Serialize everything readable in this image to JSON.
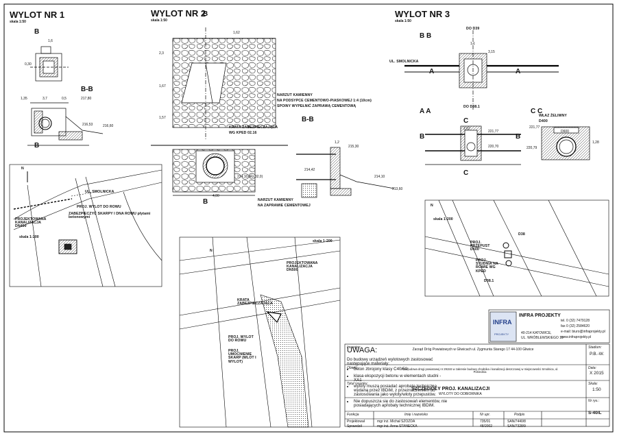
{
  "sheet": {
    "outlets": [
      {
        "title": "WYLOT NR 1",
        "scale": "skala 1:50"
      },
      {
        "title": "WYLOT NR 2",
        "scale": "skala 1:50"
      },
      {
        "title": "WYLOT NR 3",
        "scale": "skala 1:50"
      }
    ],
    "sections": {
      "w1_bb": "B-B",
      "w2_bb": "B-B",
      "w3_bb": "B B",
      "w3_aa": "A A",
      "w3_cc": "C C"
    },
    "markers": {
      "b": "B",
      "a": "A",
      "c": "C"
    },
    "labels": {
      "narzut": "NARZUT KAMIENNY",
      "podsypka": "NA PODSYPCE CEMENTOWO-PIASKOWEJ 1:4 (10cm)",
      "spoiny": "SPOINY WYPEŁNIĆ ZAPRAWĄ CEMENTOWĄ",
      "krata": "KRATA ZABEZPIECZAJĄCA",
      "krata2": "WG KPED 02.16",
      "narzut2": "NARZUT KAMIENNY",
      "narzut2b": "NA ZAPRAWIE CEMENTOWEJ",
      "ul_smolnicka": "UL. SMOLNICKA",
      "wlaz": "WŁAZ ŻELIWNY",
      "wlaz_d": "D400",
      "do_d39": "DO D39",
      "do_d38": "DO D38.1"
    },
    "dims": {
      "w1_a": "1,6",
      "w1_b": "0,30",
      "w1_c": "3,7",
      "w1_d": "0,5",
      "w1_e": "217,80",
      "w1_f": "216,53",
      "w1_g": "216,60",
      "w1_h": "1,35",
      "w2_a": "1,62",
      "w2_b": "2,3",
      "w2_c": "1,67",
      "w2_d": "1,57",
      "w2_e": "4,00",
      "w2_f": "214,10 (Rz 32,0)",
      "w2_g": "215,30",
      "w2_h": "214,42",
      "w2_i": "213,60",
      "w2_j": "214,10",
      "w2_k": "1,2",
      "w3_a": "1,1",
      "w3_b": "3,15",
      "w3_c": "221,77",
      "w3_d": "220,70",
      "w3_e": "2,62",
      "w3_f": "D600",
      "w3_g": "1,28",
      "w3_h": "221,77",
      "w3_i": "220,79"
    },
    "maps": {
      "map1": {
        "north": "N",
        "ul": "UL. SMOLNICKA",
        "proj_wylot": "PROJ. WYLOT DO ROWU",
        "zabezp": "ZABEZPIECZYĆ SKARPY I DNA ROWU płytami betonowymi",
        "proj_kan": "PROJEKTOWANA KANALIZACJA DN400",
        "scale": "skala 1:200"
      },
      "map2": {
        "scale": "skala 1:200",
        "proj_kan": "PROJEKTOWANA KANALIZACJA DN500",
        "krata": "KRATA ZABEZPIECZAJĄCA",
        "proj_wylot": "PROJ. WYLOT DO ROWU",
        "umocnienie": "PROJ. UMOCNIENIE SKARP (WLOT I WYLOT)",
        "north": "N"
      },
      "map3": {
        "scale": "skala 1:200",
        "north": "N",
        "d38": "D38",
        "proj_przepust": "PROJ. PRZEPUST D600",
        "proj_studnia": "PROJ. STUDNIA NA ROWIE WG KPED",
        "d38_1": "D38.1"
      }
    },
    "notes": {
      "title": "UWAGA:",
      "intro": "Do budowy urządzeń wylotowych zastosować następujące materiały:",
      "items": [
        "beton zbrojony klasy C40/50;",
        "klasa ekspozycji betonu w elementach studni - XA1",
        "wyloty muszą posiadać aprobatę techniczną wydaną przez IBDiM, z przeznaczeniem do zastosowania jako wyloty/wloty przepustów.",
        "Nie dopuszcza się do zastosowań elementów, nie posiadających aprobaty technicznej IBDiM."
      ]
    },
    "title_block": {
      "company": "INFRA PROJEKTY",
      "logo": "INFRA",
      "logo_sub": "PROJEKTY",
      "tel": "tel. 0 (32) 7479128",
      "fax": "fax 0 (32) 2584620",
      "email": "e-mail: biuro@infraprojekty.pl",
      "www": "www.infraprojekty.pl",
      "address1": "40-214 KATOWICE,",
      "address2": "UL. WRÓBLEWSKIEGO 10",
      "investor_label": "Inwestor:",
      "investor": "Zarząd Dróg Powiatowych w Gliwicach ul. Zygmunta Starego 17 44-100 Gliwice",
      "object_label": "Obiekt:",
      "object": "Przebudowa drogi powiatowej nr 2915S w zakresie budowy chodnika i kanalizacji deszczowej w miejscowości Smolnica, ul. Pośrednia",
      "sheet_title_label": "Tytuł rysunku:",
      "sheet_title": "SZCZEGÓŁY PROJ. KANALIZACJI",
      "sheet_subtitle": "WYLOTY DO ODBIORNIKA",
      "stadium_label": "Stadium:",
      "stadium": "P.B.-W.",
      "date_label": "Data:",
      "date": "X 2015",
      "scale_label": "Skala:",
      "scale": "1:50",
      "sheet_no_label": "Nr rys.:",
      "sheet_no": "S-40/L",
      "header": {
        "func": "Funkcja",
        "name": "Imię i nazwisko",
        "lic": "Nr upr.",
        "sign": "Podpis"
      },
      "rows": [
        {
          "func": "Projektował",
          "name": "mgr inż. Michał SZOZDA",
          "lic": "735/01",
          "sign": "SAN/7440/8"
        },
        {
          "func": "Sprawdził",
          "name": "mgr inż. Anna STANECKA",
          "lic": "48/2002",
          "sign": "SAN/7328/9"
        }
      ]
    }
  }
}
